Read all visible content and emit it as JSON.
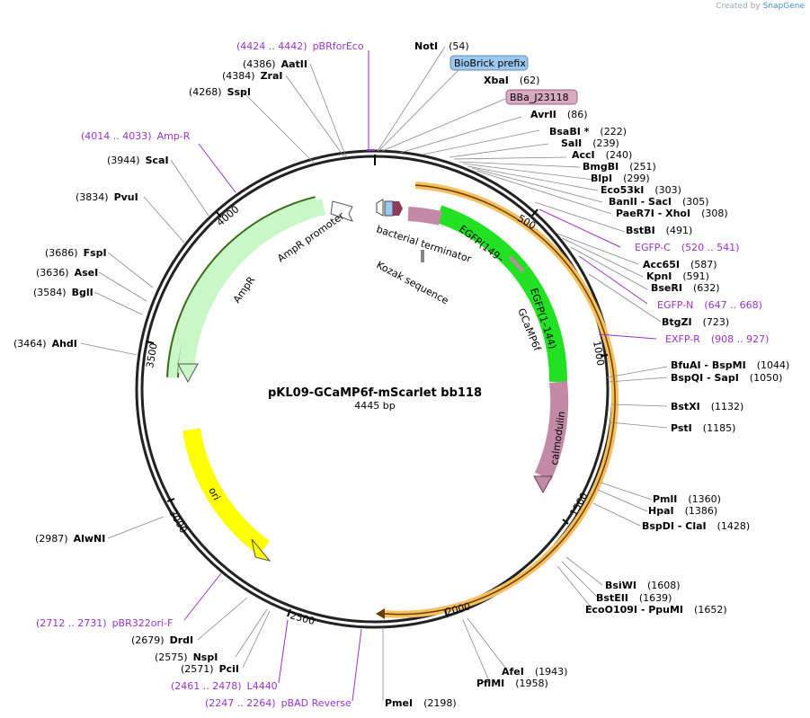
{
  "credit": {
    "prefix": "Created by",
    "brand": "SnapGene"
  },
  "plasmid": {
    "name": "pKL09-GCaMP6f-mScarlet bb118",
    "length_label": "4445 bp",
    "length": 4445
  },
  "colors": {
    "primer": "#9a32cd",
    "ampr": "#c8f7c8",
    "ori": "#ffff00",
    "egfp": "#22e022",
    "calmodulin": "#c28aa6",
    "cds_outline": "#f5c060",
    "biobrick": "#9ac8f0",
    "bba": "#d7a9c4"
  },
  "site_labels": [
    {
      "num": "(54)",
      "name": "NotI"
    },
    {
      "num": "(62)",
      "name": "XbaI"
    },
    {
      "num": "(86)",
      "name": "AvrII"
    },
    {
      "num": "(222)",
      "name": "BsaBI *"
    },
    {
      "num": "(239)",
      "name": "SalI"
    },
    {
      "num": "(240)",
      "name": "AccI"
    },
    {
      "num": "(251)",
      "name": "BmgBI"
    },
    {
      "num": "(299)",
      "name": "BlpI"
    },
    {
      "num": "(303)",
      "name": "Eco53kI"
    },
    {
      "num": "(305)",
      "name": "BanII - SacI"
    },
    {
      "num": "(308)",
      "name": "PaeR7I - XhoI"
    },
    {
      "num": "(491)",
      "name": "BstBI"
    },
    {
      "num": "(587)",
      "name": "Acc65I"
    },
    {
      "num": "(591)",
      "name": "KpnI"
    },
    {
      "num": "(632)",
      "name": "BseRI"
    },
    {
      "num": "(723)",
      "name": "BtgZI"
    },
    {
      "num": "(1044)",
      "name": "BfuAI - BspMI"
    },
    {
      "num": "(1050)",
      "name": "BspQI - SapI"
    },
    {
      "num": "(1132)",
      "name": "BstXI"
    },
    {
      "num": "(1185)",
      "name": "PstI"
    },
    {
      "num": "(1360)",
      "name": "PmlI"
    },
    {
      "num": "(1386)",
      "name": "HpaI"
    },
    {
      "num": "(1428)",
      "name": "BspDI - ClaI"
    },
    {
      "num": "(1608)",
      "name": "BsiWI"
    },
    {
      "num": "(1639)",
      "name": "BstEII"
    },
    {
      "num": "(1652)",
      "name": "EcoO109I - PpuMI"
    },
    {
      "num": "(1943)",
      "name": "AfeI"
    },
    {
      "num": "(1958)",
      "name": "PflMI"
    },
    {
      "num": "(2198)",
      "name": "PmeI"
    },
    {
      "num": "(2571)",
      "name": "PciI"
    },
    {
      "num": "(2575)",
      "name": "NspI"
    },
    {
      "num": "(2679)",
      "name": "DrdI"
    },
    {
      "num": "(2987)",
      "name": "AlwNI"
    },
    {
      "num": "(3464)",
      "name": "AhdI"
    },
    {
      "num": "(3584)",
      "name": "BglI"
    },
    {
      "num": "(3636)",
      "name": "AseI"
    },
    {
      "num": "(3686)",
      "name": "FspI"
    },
    {
      "num": "(3834)",
      "name": "PvuI"
    },
    {
      "num": "(3944)",
      "name": "ScaI"
    },
    {
      "num": "(4268)",
      "name": "SspI"
    },
    {
      "num": "(4384)",
      "name": "ZraI"
    },
    {
      "num": "(4386)",
      "name": "AatII"
    }
  ],
  "primers": [
    {
      "range": "(4424 .. 4442)",
      "name": "pBRforEco"
    },
    {
      "range": "(4014 .. 4033)",
      "name": "Amp-R"
    },
    {
      "range": "(520 .. 541)",
      "name": "EGFP-C"
    },
    {
      "range": "(647 .. 668)",
      "name": "EGFP-N"
    },
    {
      "range": "(908 .. 927)",
      "name": "EXFP-R"
    },
    {
      "range": "(2712 .. 2731)",
      "name": "pBR322ori-F"
    },
    {
      "range": "(2461 .. 2478)",
      "name": "L4440"
    },
    {
      "range": "(2247 .. 2264)",
      "name": "pBAD Reverse"
    }
  ],
  "boxed_labels": [
    {
      "text": "BioBrick prefix"
    },
    {
      "text": "BBa_J23118"
    }
  ],
  "ruler_ticks": [
    "500",
    "1000",
    "1500",
    "2000",
    "2500",
    "3000",
    "3500",
    "4000"
  ],
  "feature_labels": {
    "bacterial_terminator": "bacterial terminator",
    "kozak": "Kozak sequence",
    "gcamp6f": "GCaMP6f",
    "egfp_149": "EGFP(149–",
    "egfp_1_144": "EGFP(1–144)",
    "calmodulin": "calmodulin",
    "ampr": "AmpR",
    "ampr_promoter": "AmpR promoter",
    "ori": "ori"
  }
}
